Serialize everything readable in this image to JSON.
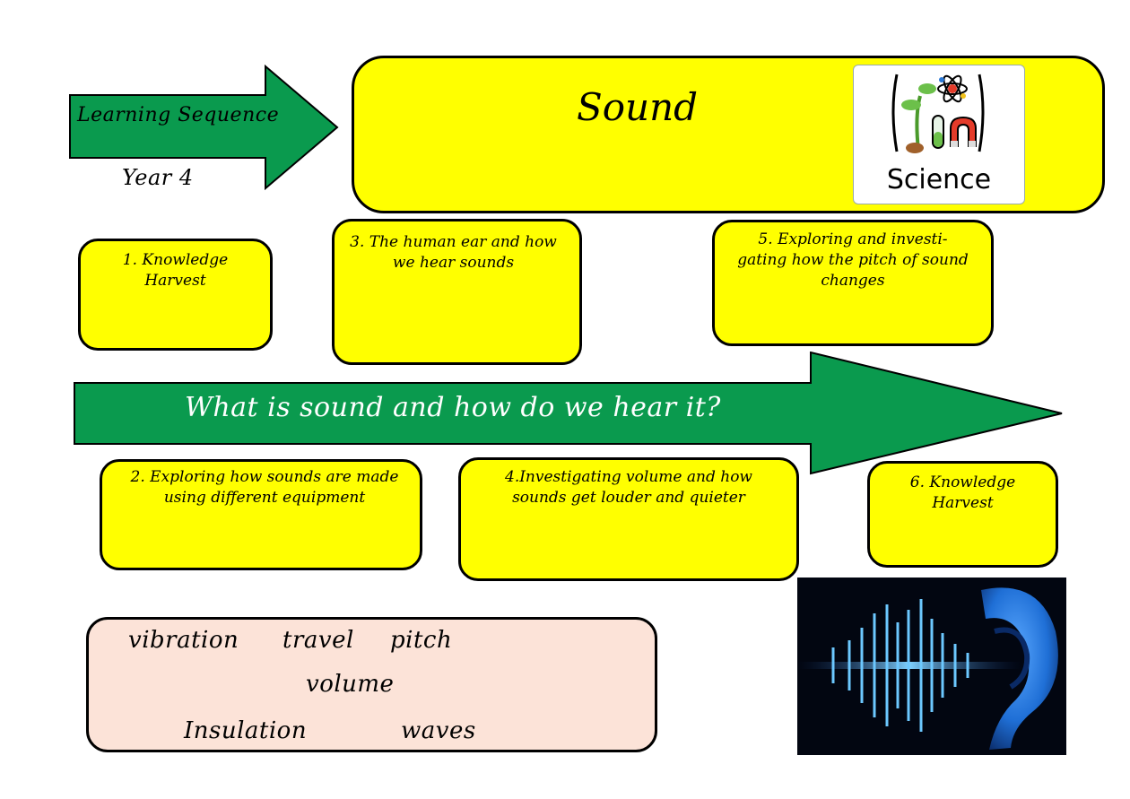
{
  "header": {
    "arrow_label": "Learning Sequence",
    "year": "Year 4",
    "title": "Sound",
    "badge_label": "Science"
  },
  "lessons": [
    {
      "text": "1. Knowledge Harvest"
    },
    {
      "text": "2. Exploring how sounds are made using different equipment"
    },
    {
      "text": "3. The human ear and how we hear sounds"
    },
    {
      "text": "4.Investigating volume and how sounds get louder and quieter"
    },
    {
      "text": "5. Exploring and investi-gating how the pitch of sound changes"
    },
    {
      "text": "6. Knowledge Harvest"
    }
  ],
  "question": "What is sound and how do we hear it?",
  "vocabulary": [
    "vibration",
    "travel",
    "pitch",
    "volume",
    "Insulation",
    "waves"
  ],
  "colors": {
    "arrow_green": "#0a9a4e",
    "box_yellow": "#ffff00",
    "vocab_bg": "#fce3d8",
    "ear_blue": "#1f6fd6"
  }
}
